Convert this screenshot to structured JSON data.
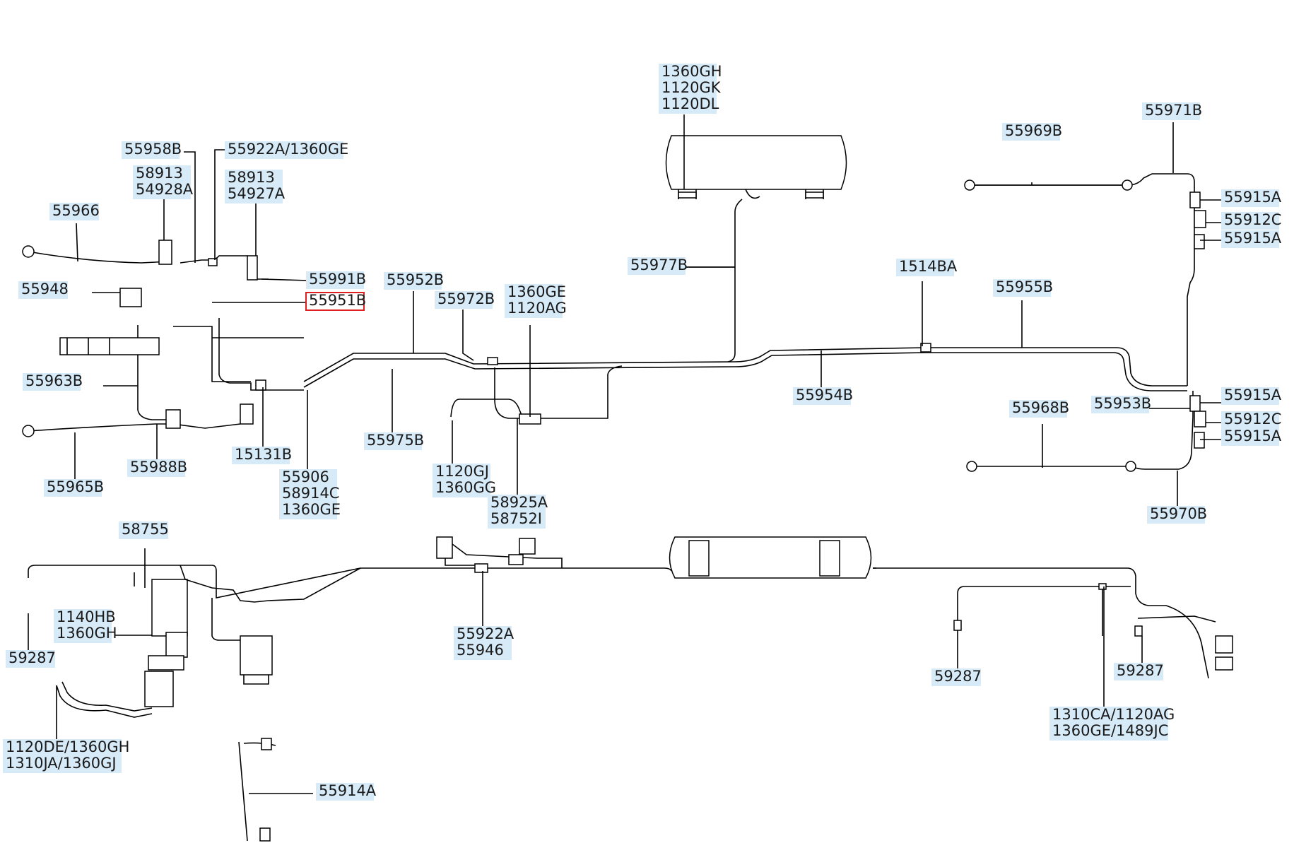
{
  "diagram": {
    "labels": [
      {
        "id": "l01",
        "lines": [
          "1360GH",
          "1120GK",
          "1120DL"
        ]
      },
      {
        "id": "l02",
        "lines": [
          "55958B"
        ]
      },
      {
        "id": "l03",
        "lines": [
          "55922A/1360GE"
        ]
      },
      {
        "id": "l04",
        "lines": [
          "58913",
          "54928A"
        ]
      },
      {
        "id": "l05",
        "lines": [
          "58913",
          "54927A"
        ]
      },
      {
        "id": "l06",
        "lines": [
          "55966"
        ]
      },
      {
        "id": "l07",
        "lines": [
          "55991B"
        ]
      },
      {
        "id": "l08",
        "lines": [
          "55948"
        ]
      },
      {
        "id": "l09",
        "lines": [
          "55951B"
        ],
        "highlighted": true
      },
      {
        "id": "l10",
        "lines": [
          "55952B"
        ]
      },
      {
        "id": "l11",
        "lines": [
          "55972B"
        ]
      },
      {
        "id": "l12",
        "lines": [
          "1360GE",
          "1120AG"
        ]
      },
      {
        "id": "l13",
        "lines": [
          "55977B"
        ]
      },
      {
        "id": "l14",
        "lines": [
          "1514BA"
        ]
      },
      {
        "id": "l15",
        "lines": [
          "55955B"
        ]
      },
      {
        "id": "l16",
        "lines": [
          "55969B"
        ]
      },
      {
        "id": "l17",
        "lines": [
          "55971B"
        ]
      },
      {
        "id": "l18",
        "lines": [
          "55915A"
        ]
      },
      {
        "id": "l19",
        "lines": [
          "55912C"
        ]
      },
      {
        "id": "l20",
        "lines": [
          "55915A"
        ]
      },
      {
        "id": "l21",
        "lines": [
          "55963B"
        ]
      },
      {
        "id": "l22",
        "lines": [
          "55954B"
        ]
      },
      {
        "id": "l23",
        "lines": [
          "55953B"
        ]
      },
      {
        "id": "l24",
        "lines": [
          "55915A"
        ]
      },
      {
        "id": "l25",
        "lines": [
          "55912C"
        ]
      },
      {
        "id": "l26",
        "lines": [
          "55915A"
        ]
      },
      {
        "id": "l27",
        "lines": [
          "55968B"
        ]
      },
      {
        "id": "l28",
        "lines": [
          "55988B"
        ]
      },
      {
        "id": "l29",
        "lines": [
          "15131B"
        ]
      },
      {
        "id": "l30",
        "lines": [
          "55975B"
        ]
      },
      {
        "id": "l31",
        "lines": [
          "1120GJ",
          "1360GG"
        ]
      },
      {
        "id": "l32",
        "lines": [
          "55906",
          "58914C",
          "1360GE"
        ]
      },
      {
        "id": "l33",
        "lines": [
          "55965B"
        ]
      },
      {
        "id": "l34",
        "lines": [
          "58925A",
          "58752I"
        ]
      },
      {
        "id": "l35",
        "lines": [
          "55970B"
        ]
      },
      {
        "id": "l36",
        "lines": [
          "58755"
        ]
      },
      {
        "id": "l37",
        "lines": [
          "1140HB",
          "1360GH"
        ]
      },
      {
        "id": "l38",
        "lines": [
          "59287"
        ]
      },
      {
        "id": "l39",
        "lines": [
          "55922A",
          "55946"
        ]
      },
      {
        "id": "l40",
        "lines": [
          "59287"
        ]
      },
      {
        "id": "l41",
        "lines": [
          "59287"
        ]
      },
      {
        "id": "l42",
        "lines": [
          "1310CA/1120AG",
          "1360GE/1489JC"
        ]
      },
      {
        "id": "l43",
        "lines": [
          "1120DE/1360GH",
          "1310JA/1360GJ"
        ]
      },
      {
        "id": "l44",
        "lines": [
          "55914A"
        ]
      }
    ]
  },
  "colors": {
    "label_background": "#d6eaf8",
    "highlight_border": "#e02020",
    "line": "#000000"
  }
}
